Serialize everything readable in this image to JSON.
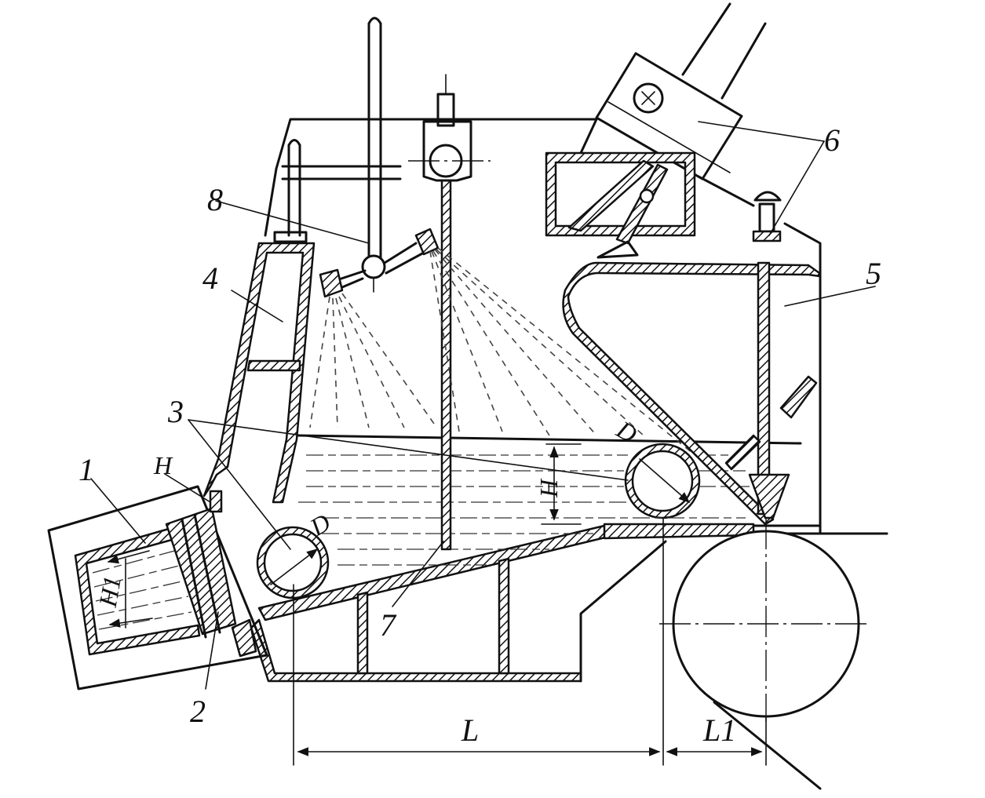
{
  "labels": {
    "n1": "1",
    "n2": "2",
    "n3": "3",
    "n4": "4",
    "n5": "5",
    "n6": "6",
    "n7": "7",
    "n8": "8",
    "H": "H",
    "H_small": "H",
    "H1": "H1",
    "D_left": "D",
    "D_right": "D",
    "L": "L",
    "L1": "L1"
  }
}
